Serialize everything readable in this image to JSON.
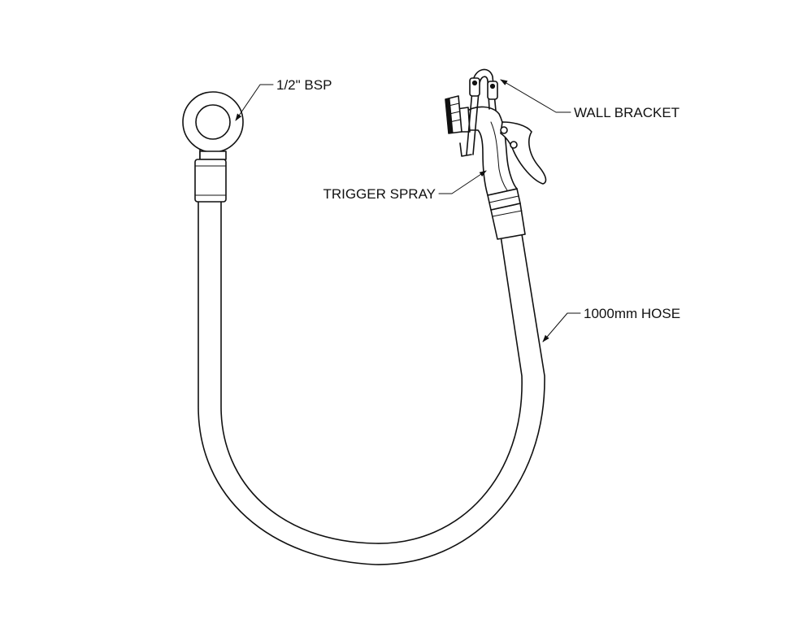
{
  "labels": {
    "inlet": "1/2\" BSP",
    "bracket": "WALL BRACKET",
    "spray": "TRIGGER SPRAY",
    "hose": "1000mm HOSE"
  },
  "colors": {
    "line": "#111111",
    "background": "#ffffff"
  }
}
